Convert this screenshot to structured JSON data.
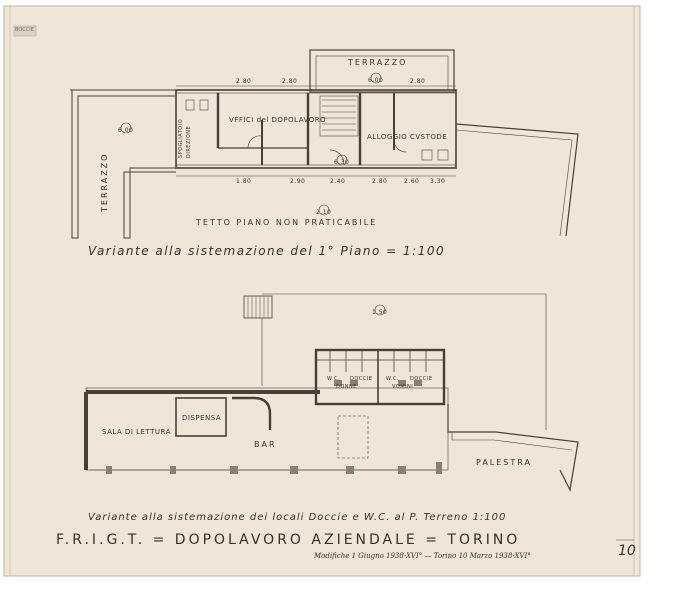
{
  "stamp": "BOCCIE",
  "plan_upper": {
    "terrazzo_top": "TERRAZZO",
    "terrazzo_left": "TERRAZZO",
    "uffici": "VFFICI del DOPOLAVORO",
    "alloggio": "ALLOGGIO CVSTODE",
    "tetto": "TETTO   PIANO   NON   PRATICABILE",
    "spogliatoio": "SPOGLIATOIO",
    "direzione": "DIREZIONE",
    "elev_1": "6.00",
    "elev_2": "6.00",
    "elev_3": "6.30",
    "elev_4": "2.10",
    "dims": [
      "2.80",
      "2.80",
      "2.80",
      "1.80",
      "2.90",
      "2.40",
      "2.80",
      "2.60",
      "3.30"
    ]
  },
  "caption_upper": "Variante  alla  sistemazione  del  1° Piano = 1:100",
  "plan_lower": {
    "sala": "SALA DI LETTURA",
    "dispensa": "DISPENSA",
    "bar": "BAR",
    "palestra": "PALESTRA",
    "wc_1": "W.C.",
    "docce_1": "DOCCIE",
    "wc_2": "W.C.",
    "docce_2": "DOCCIE",
    "donne": "DONNE",
    "uomini": "VOMINI",
    "elev_5": "1.50"
  },
  "caption_lower": "Variante  alla  sistemazione  dei  locali  Doccie  e  W.C. al  P. Terreno  1:100",
  "title": "F.R.I.G.T. = DOPOLAVORO   AZIENDALE = TORINO",
  "signature": "Modifiche  1 Giugno 1938-XVI°  —  Torino  10 Marzo  1938-XVI°",
  "sheet_number": "10",
  "colors": {
    "paper": "#efe6d8",
    "ink": "#4a3f38",
    "wall_fill": "#8a7e74"
  }
}
